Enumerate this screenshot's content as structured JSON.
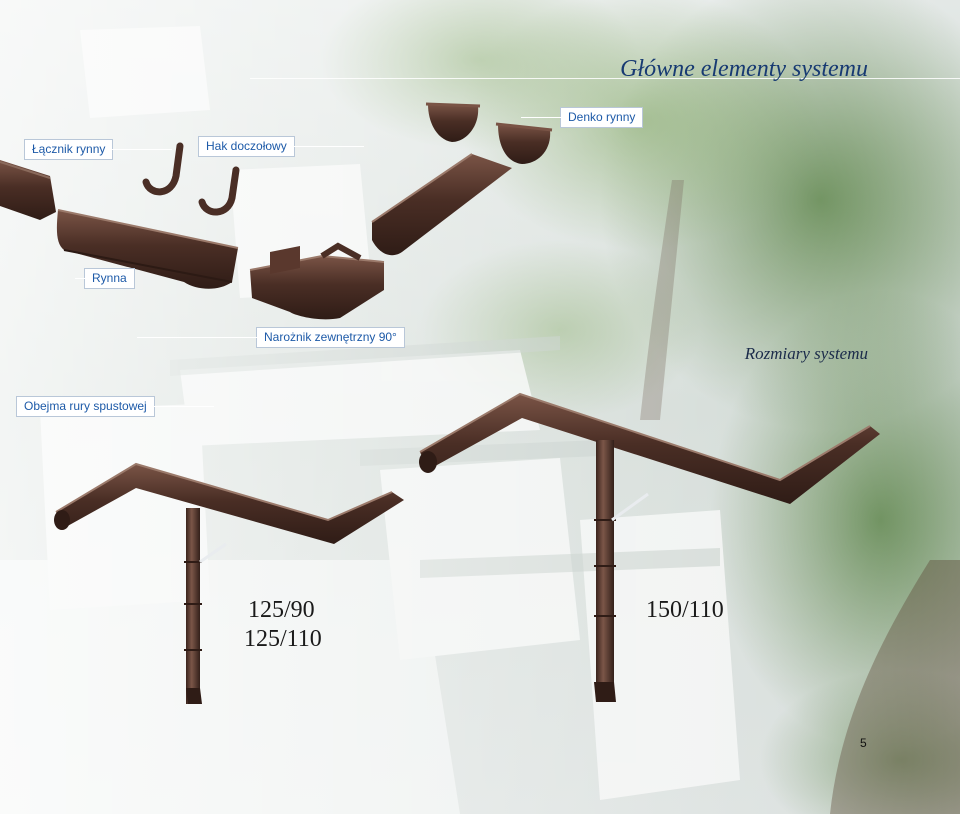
{
  "page": {
    "title": "Główne elementy systemu",
    "subtitle": "Rozmiary systemu",
    "page_number": "5"
  },
  "labels": {
    "gutter_connector": "Łącznik rynny",
    "front_hook": "Hak doczołowy",
    "gutter_end_cap": "Denko rynny",
    "gutter": "Rynna",
    "external_corner": "Narożnik zewnętrzny 90°",
    "downpipe_clamp": "Obejma rury spustowej"
  },
  "sizes": {
    "small_line1": "125/90",
    "small_line2": "125/110",
    "large": "150/110"
  },
  "colors": {
    "accent_blue": "#1d5aa8",
    "title_blue": "#173a72",
    "gutter_brown": "#4a2e25"
  }
}
